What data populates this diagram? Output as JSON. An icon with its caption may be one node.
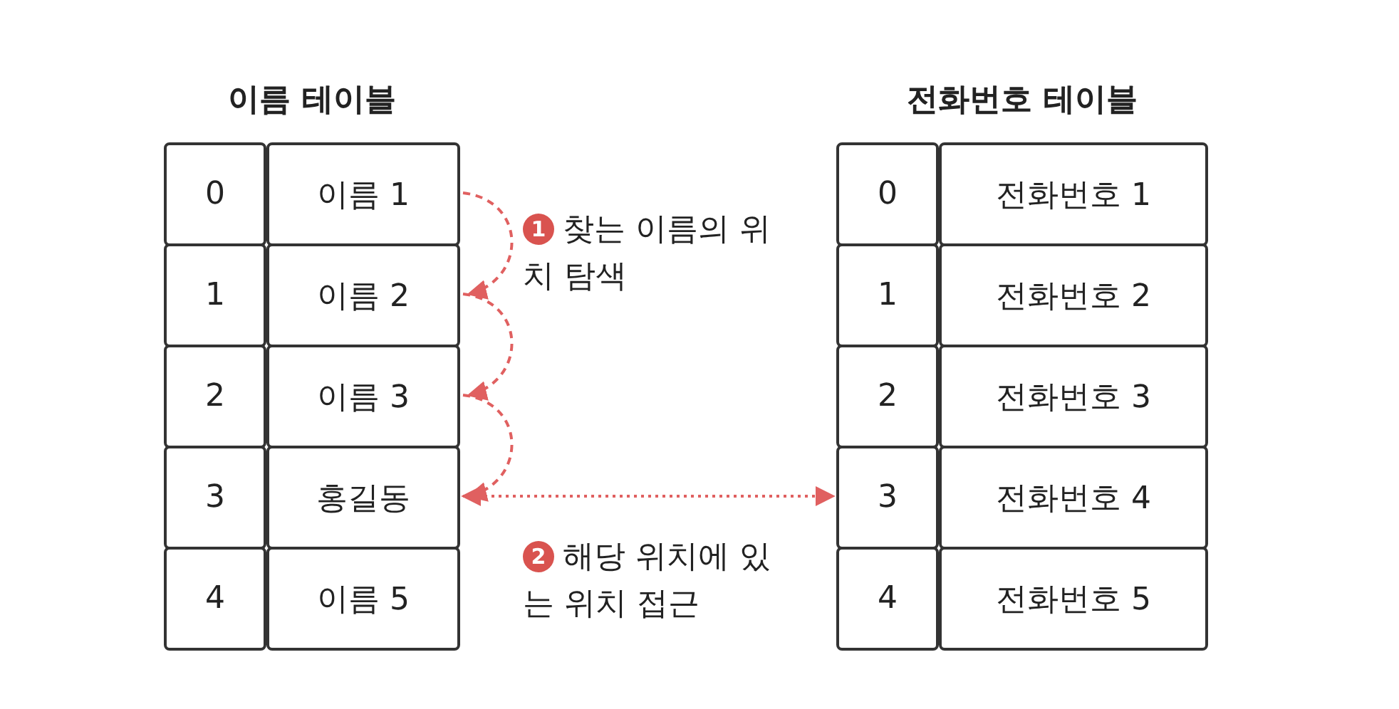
{
  "diagram": {
    "nodes": [
      {
        "text": [
          "이름 테이블"
        ]
      },
      {
        "text": [
          "0"
        ],
        "in": 0
      },
      {
        "text": [
          "이름 1"
        ],
        "in": 0
      },
      {
        "text": [
          "1"
        ],
        "in": 0
      },
      {
        "text": [
          "이름 2"
        ],
        "in": 0
      },
      {
        "text": [
          "2"
        ],
        "in": 0
      },
      {
        "text": [
          "이름 3"
        ],
        "in": 0
      },
      {
        "text": [
          "3"
        ],
        "in": 0
      },
      {
        "text": [
          "홍길동"
        ],
        "in": 0
      },
      {
        "text": [
          "4"
        ],
        "in": 0
      },
      {
        "text": [
          "이름 5"
        ],
        "in": 0
      },
      {
        "text": [
          "전화번호 테이블"
        ]
      },
      {
        "text": [
          "0"
        ],
        "in": 11
      },
      {
        "text": [
          "전화번호 1"
        ],
        "in": 11
      },
      {
        "text": [
          "1"
        ],
        "in": 11
      },
      {
        "text": [
          "전화번호 2"
        ],
        "in": 11
      },
      {
        "text": [
          "2"
        ],
        "in": 11
      },
      {
        "text": [
          "전화번호 3"
        ],
        "in": 11
      },
      {
        "text": [
          "3"
        ],
        "in": 11
      },
      {
        "text": [
          "전화번호 4"
        ],
        "in": 11
      },
      {
        "text": [
          "4"
        ],
        "in": 11
      },
      {
        "text": [
          "전화번호 5"
        ],
        "in": 11
      }
    ],
    "edges": [
      {
        "from": 2,
        "to": 4,
        "arrow": "to",
        "style": "dashed"
      },
      {
        "from": 4,
        "to": 6,
        "arrow": "to",
        "style": "dashed"
      },
      {
        "from": 6,
        "to": 8,
        "arrow": "to",
        "style": "dashed"
      },
      {
        "from": 8,
        "to": 18,
        "arrow": "both",
        "style": "dashed"
      }
    ],
    "labels": [
      "1",
      "찾는 이름의 위치 탐색",
      "2",
      "해당 위치에 있는 위치 접근"
    ]
  }
}
